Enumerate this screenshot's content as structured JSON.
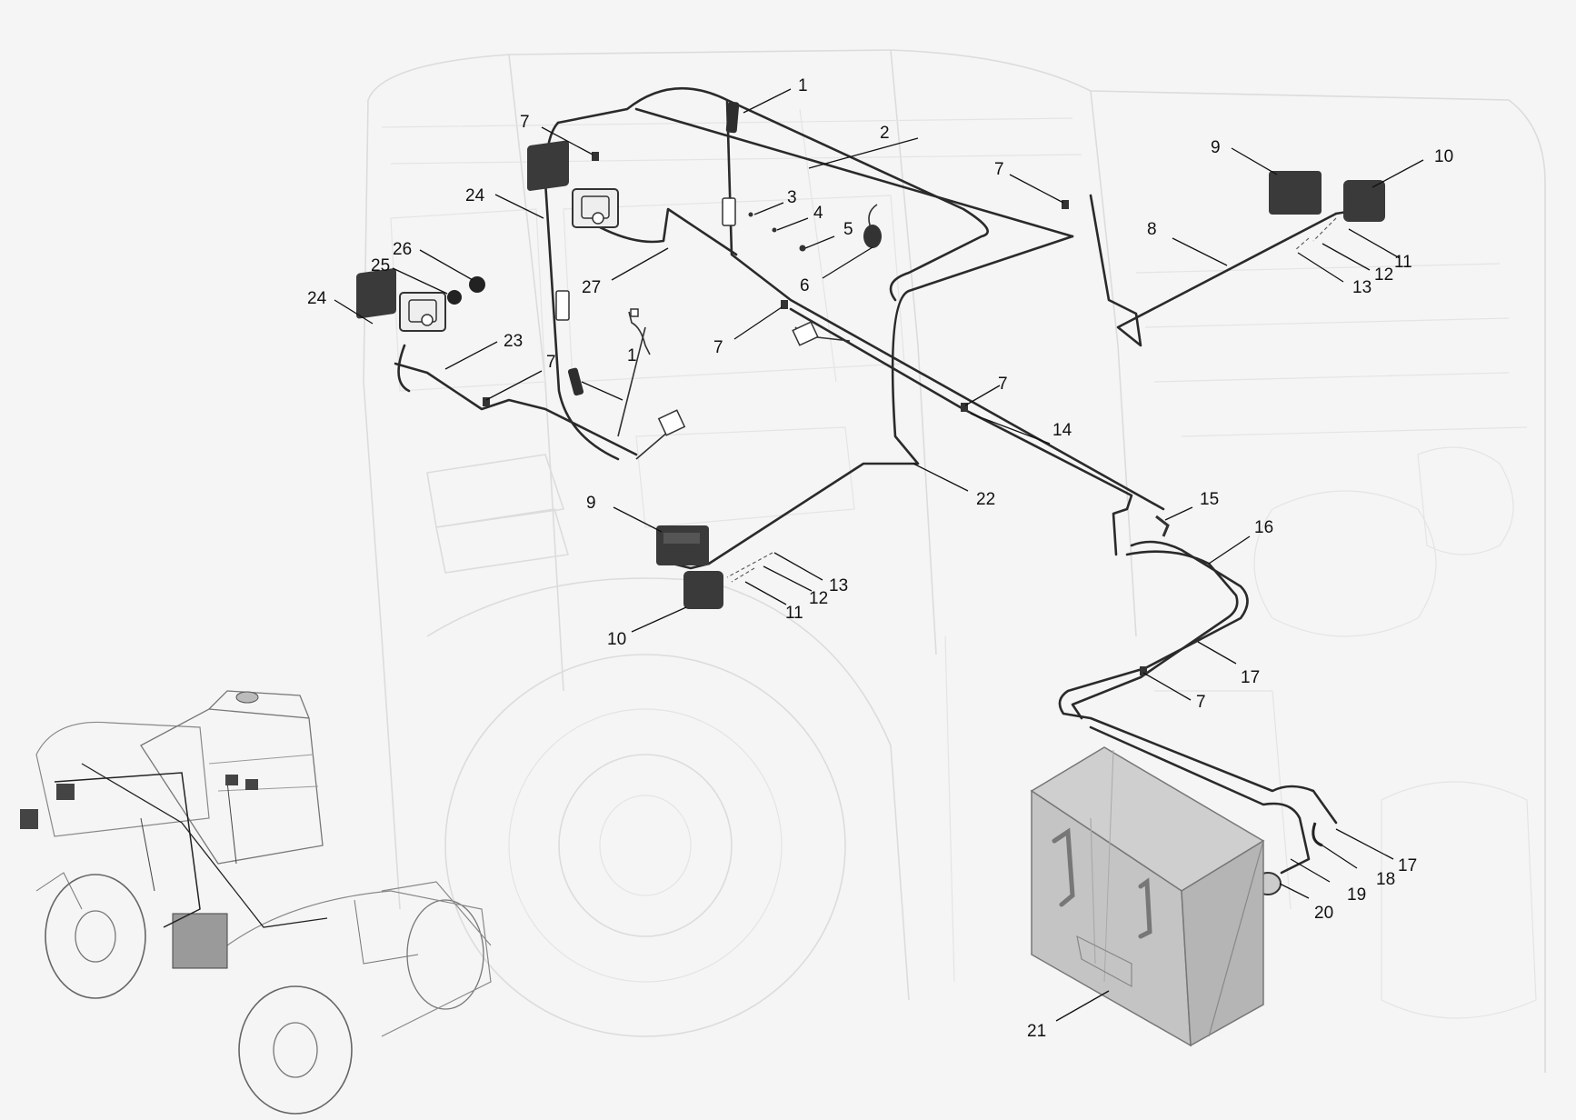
{
  "diagram": {
    "callouts": [
      {
        "id": "c-1a",
        "label": "1"
      },
      {
        "id": "c-1b",
        "label": "1"
      },
      {
        "id": "c-2",
        "label": "2"
      },
      {
        "id": "c-3",
        "label": "3"
      },
      {
        "id": "c-4",
        "label": "4"
      },
      {
        "id": "c-5",
        "label": "5"
      },
      {
        "id": "c-6",
        "label": "6"
      },
      {
        "id": "c-7a",
        "label": "7"
      },
      {
        "id": "c-7b",
        "label": "7"
      },
      {
        "id": "c-7c",
        "label": "7"
      },
      {
        "id": "c-7d",
        "label": "7"
      },
      {
        "id": "c-7e",
        "label": "7"
      },
      {
        "id": "c-7f",
        "label": "7"
      },
      {
        "id": "c-8",
        "label": "8"
      },
      {
        "id": "c-9a",
        "label": "9"
      },
      {
        "id": "c-9b",
        "label": "9"
      },
      {
        "id": "c-10a",
        "label": "10"
      },
      {
        "id": "c-10b",
        "label": "10"
      },
      {
        "id": "c-11a",
        "label": "11"
      },
      {
        "id": "c-11b",
        "label": "11"
      },
      {
        "id": "c-12a",
        "label": "12"
      },
      {
        "id": "c-12b",
        "label": "12"
      },
      {
        "id": "c-13a",
        "label": "13"
      },
      {
        "id": "c-13b",
        "label": "13"
      },
      {
        "id": "c-14",
        "label": "14"
      },
      {
        "id": "c-15",
        "label": "15"
      },
      {
        "id": "c-16",
        "label": "16"
      },
      {
        "id": "c-17a",
        "label": "17"
      },
      {
        "id": "c-17b",
        "label": "17"
      },
      {
        "id": "c-18",
        "label": "18"
      },
      {
        "id": "c-19",
        "label": "19"
      },
      {
        "id": "c-20",
        "label": "20"
      },
      {
        "id": "c-21",
        "label": "21"
      },
      {
        "id": "c-22",
        "label": "22"
      },
      {
        "id": "c-23",
        "label": "23"
      },
      {
        "id": "c-24a",
        "label": "24"
      },
      {
        "id": "c-24b",
        "label": "24"
      },
      {
        "id": "c-25",
        "label": "25"
      },
      {
        "id": "c-26",
        "label": "26"
      },
      {
        "id": "c-27",
        "label": "27"
      }
    ],
    "colors": {
      "background": "#f5f5f5",
      "ghost_line": "#dcdcdc",
      "wire": "#2a2a2a",
      "component_dark": "#3a3a3a",
      "battery_box": "#bdbdbd"
    }
  }
}
